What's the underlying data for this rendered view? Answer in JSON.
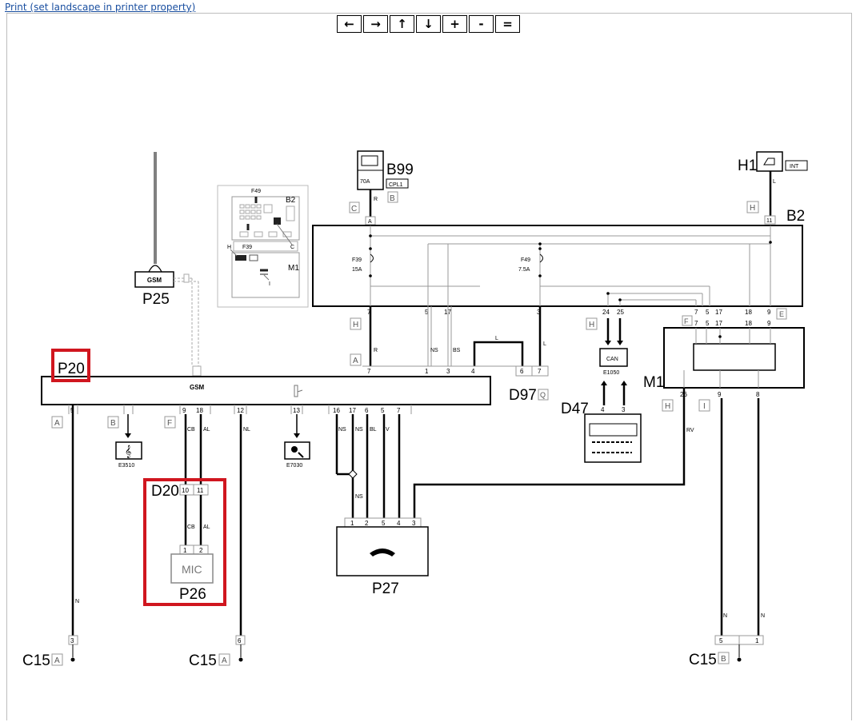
{
  "print_link": "Print (set landscape in printer property)",
  "toolbar": {
    "left": "←",
    "right": "→",
    "up": "↑",
    "down": "↓",
    "plus": "+",
    "minus": "-",
    "equal": "="
  },
  "labels": {
    "P20": "P20",
    "P25": "P25",
    "P26": "P26",
    "P27": "P27",
    "D20": "D20",
    "D97": "D97",
    "D47": "D47",
    "B99": "B99",
    "H1": "H1",
    "B2": "B2",
    "M1": "M1",
    "C15a": "C15",
    "C15b": "C15",
    "C15c": "C15",
    "gsm_box": "GSM",
    "gsm_bar": "GSM",
    "mic": "MIC",
    "can": "CAN",
    "E3510": "E3510",
    "E7030": "E7030",
    "E1050": "E1050",
    "fuse_70a": "70A",
    "cpl1": "CPL1",
    "int": "INT",
    "F39": "F39",
    "F39_val": "15A",
    "F49": "F49",
    "F49_val": "7.5A",
    "inset_F49": "F49",
    "inset_B2": "B2",
    "inset_F39": "F39",
    "inset_M1": "M1",
    "inset_H": "H",
    "inset_C": "C",
    "inset_I": "I"
  },
  "connectors": {
    "A": "A",
    "B": "B",
    "C": "C",
    "F": "F",
    "H": "H",
    "I": "I",
    "E": "E",
    "Q": "Q"
  },
  "wires": {
    "R": "R",
    "NS": "NS",
    "BS": "BS",
    "L": "L",
    "CB": "CB",
    "AL": "AL",
    "NL": "NL",
    "N": "N",
    "BL": "BL",
    "V": "V",
    "RV": "RV"
  },
  "pins": {
    "p1": "1",
    "p2": "2",
    "p3": "3",
    "p4": "4",
    "p5": "5",
    "p6": "6",
    "p7": "7",
    "p8": "8",
    "p9": "9",
    "p10": "10",
    "p11": "11",
    "p12": "12",
    "p13": "13",
    "p16": "16",
    "p17": "17",
    "p18": "18",
    "p24": "24",
    "p25": "25",
    "p26": "26"
  },
  "colors": {
    "highlight": "#d0161f",
    "line": "#000000",
    "light": "#999999"
  }
}
